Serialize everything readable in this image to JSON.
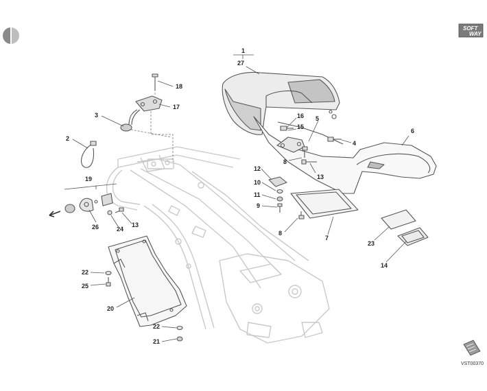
{
  "diagram": {
    "reference_code": "VST00370",
    "logo_text": [
      "SOFT",
      "WAY"
    ],
    "colors": {
      "frame": "#c9c9c9",
      "part": "#555555",
      "seat_fill": "#d2d2d2",
      "leader": "#555555",
      "text": "#222222"
    },
    "icons": {
      "marker": "half-circle-marker-icon",
      "logo": "softway-logo-icon",
      "forward_arrow": "forward-arrow-icon",
      "manual": "manual-page-icon"
    },
    "callouts": [
      {
        "id": "1",
        "label": "1"
      },
      {
        "id": "27",
        "label": "27"
      },
      {
        "id": "18",
        "label": "18"
      },
      {
        "id": "17",
        "label": "17"
      },
      {
        "id": "3",
        "label": "3"
      },
      {
        "id": "2",
        "label": "2"
      },
      {
        "id": "19",
        "label": "19"
      },
      {
        "id": "26",
        "label": "26"
      },
      {
        "id": "24",
        "label": "24"
      },
      {
        "id": "13a",
        "label": "13"
      },
      {
        "id": "16",
        "label": "16"
      },
      {
        "id": "15",
        "label": "15"
      },
      {
        "id": "5",
        "label": "5"
      },
      {
        "id": "4",
        "label": "4"
      },
      {
        "id": "6",
        "label": "6"
      },
      {
        "id": "8a",
        "label": "8"
      },
      {
        "id": "13b",
        "label": "13"
      },
      {
        "id": "12",
        "label": "12"
      },
      {
        "id": "10",
        "label": "10"
      },
      {
        "id": "11",
        "label": "11"
      },
      {
        "id": "9",
        "label": "9"
      },
      {
        "id": "8b",
        "label": "8"
      },
      {
        "id": "7",
        "label": "7"
      },
      {
        "id": "23",
        "label": "23"
      },
      {
        "id": "14",
        "label": "14"
      },
      {
        "id": "22a",
        "label": "22"
      },
      {
        "id": "25",
        "label": "25"
      },
      {
        "id": "20",
        "label": "20"
      },
      {
        "id": "22b",
        "label": "22"
      },
      {
        "id": "21",
        "label": "21"
      }
    ]
  }
}
